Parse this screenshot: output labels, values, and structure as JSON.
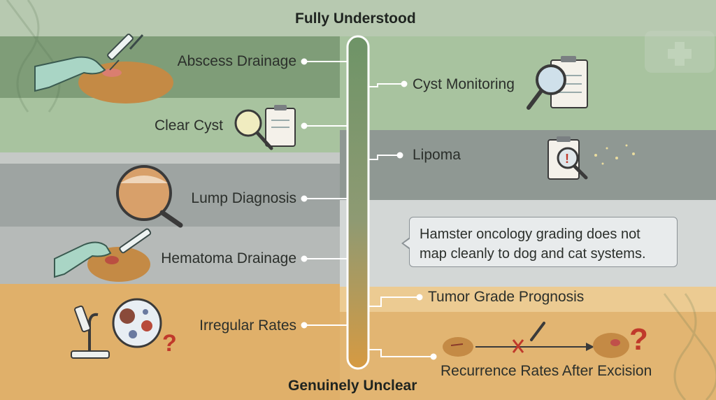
{
  "axis": {
    "top_label": "Fully Understood",
    "bottom_label": "Genuinely Unclear"
  },
  "left_items": [
    {
      "label": "Abscess Drainage"
    },
    {
      "label": "Clear Cyst"
    },
    {
      "label": "Lump Diagnosis"
    },
    {
      "label": "Hematoma Drainage"
    },
    {
      "label": "Irregular Rates"
    }
  ],
  "right_items": [
    {
      "label": "Cyst Monitoring"
    },
    {
      "label": "Lipoma"
    },
    {
      "label": "Tumor Grade Prognosis"
    },
    {
      "label": "Recurrence Rates After Excision"
    }
  ],
  "note": {
    "text": "Hamster oncology grading does not map cleanly to dog and cat systems."
  },
  "icons": {
    "question_mark": "?",
    "medical_kit_cross": "+"
  },
  "colors": {
    "axis_top": "#6e9467",
    "axis_bottom": "#d69a42",
    "band_green_dark": "#7f9d78",
    "band_green_light": "#a8c39f",
    "band_gray": "#9ea4a2",
    "band_orange": "#e0b06a",
    "question_red": "#c0392b"
  }
}
